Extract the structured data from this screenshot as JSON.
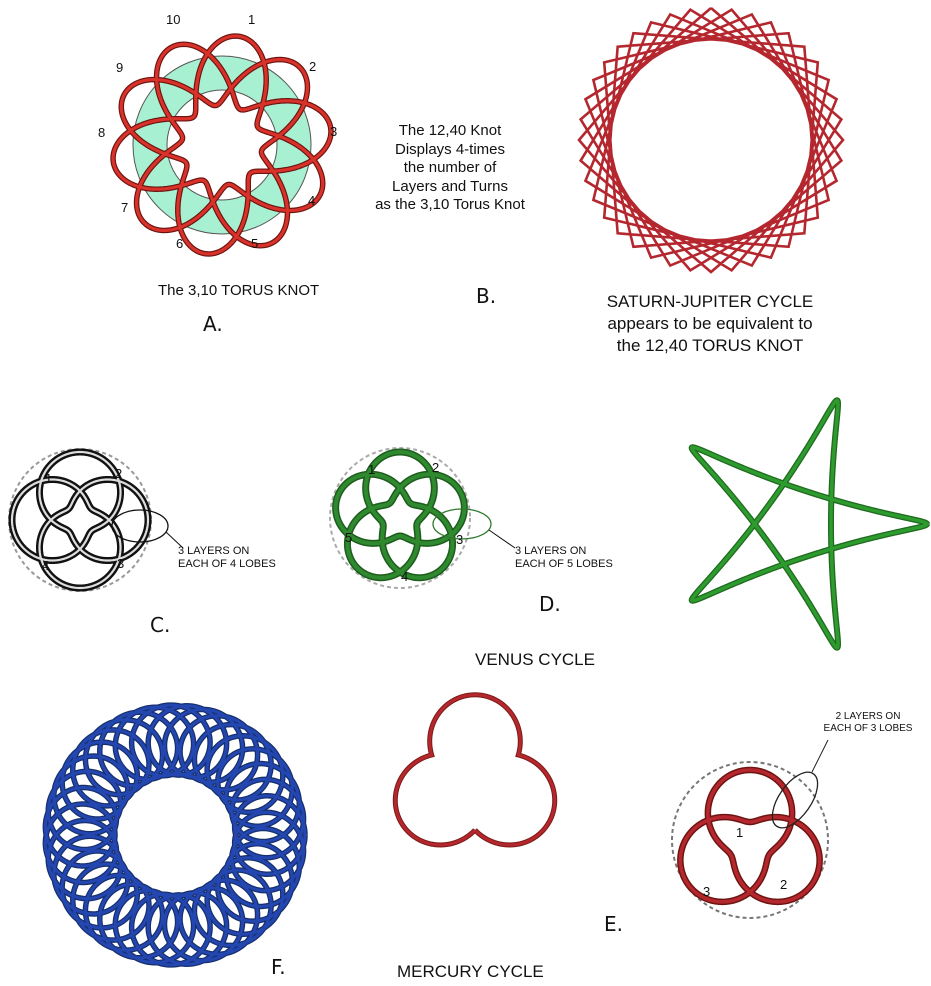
{
  "panelA": {
    "numbers": [
      "1",
      "2",
      "3",
      "4",
      "5",
      "6",
      "7",
      "8",
      "9",
      "10"
    ],
    "caption": "The 3,10 TORUS KNOT",
    "letter": "A.",
    "colors": {
      "ring": "#a8f0d2",
      "strand": "#d8322a",
      "edge": "#555555"
    }
  },
  "panelB": {
    "text_lines": [
      "The 12,40 Knot",
      "Displays 4-times",
      "the number of",
      "Layers and Turns",
      "as the 3,10 Torus Knot"
    ],
    "letter": "B."
  },
  "saturn": {
    "caption_lines": [
      "SATURN-JUPITER CYCLE",
      "appears to be equivalent to",
      "the 12,40 TORUS KNOT"
    ],
    "color": "#b5272e"
  },
  "panelC": {
    "lobe_numbers": [
      "1",
      "2",
      "3",
      "4"
    ],
    "note_lines": [
      "3 LAYERS ON",
      "EACH OF 4 LOBES"
    ],
    "letter": "C.",
    "color": "#111111"
  },
  "panelD": {
    "lobe_numbers": [
      "1",
      "2",
      "3",
      "4",
      "5"
    ],
    "note_lines": [
      "3 LAYERS ON",
      "EACH OF 5 LOBES"
    ],
    "letter": "D.",
    "color": "#2f8a2f"
  },
  "venus": {
    "caption": "VENUS CYCLE",
    "color": "#2e9b2e"
  },
  "panelF": {
    "letter": "F.",
    "color": "#2446b0"
  },
  "mercury": {
    "caption": "MERCURY CYCLE",
    "color": "#b5272e"
  },
  "panelE": {
    "lobe_numbers": [
      "1",
      "2",
      "3"
    ],
    "note_lines": [
      "2 LAYERS ON",
      "EACH OF 3 LOBES"
    ],
    "letter": "E.",
    "color": "#b5272e"
  }
}
